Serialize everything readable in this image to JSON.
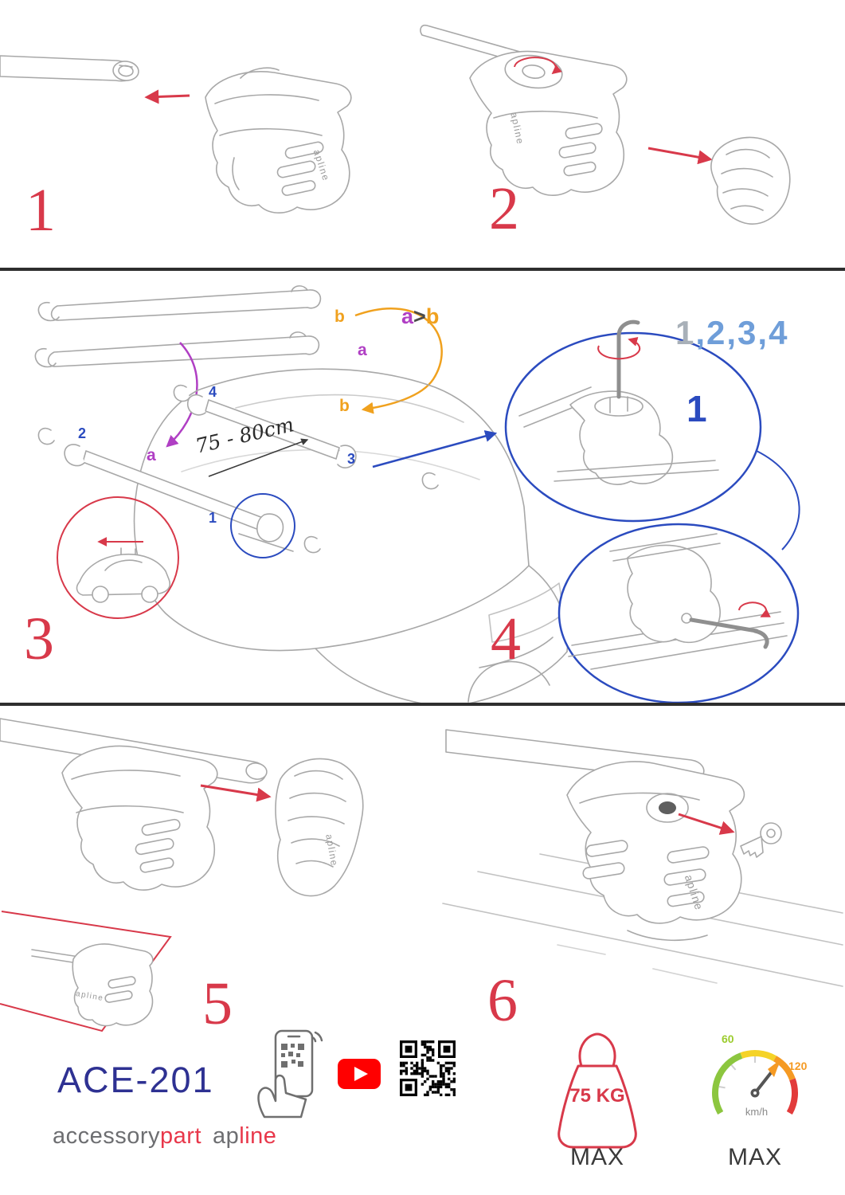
{
  "colors": {
    "step_red": "#d8394a",
    "blue": "#2b4bbf",
    "light_blue": "#6f9ed9",
    "sketch_gray": "#a8a8a8",
    "purple": "#b03fc4",
    "orange": "#f0a11e",
    "navy": "#2e3192",
    "brand_gray": "#6d6e71",
    "brand_red": "#e8374a",
    "youtube_red": "#ff0000",
    "gauge_green": "#8cc63f",
    "gauge_yellow": "#f5d327",
    "gauge_orange": "#f59a23",
    "gauge_red": "#e23b3b"
  },
  "steps": [
    "1",
    "2",
    "3",
    "4",
    "5",
    "6"
  ],
  "assembly": {
    "sequence_first": "1",
    "sequence_rest": ",2,3,4",
    "compare_a": "a",
    "compare_gt": ">",
    "compare_b": "b",
    "stack_label_b": "b",
    "stack_label_a": "a",
    "roof_label_b": "b",
    "roof_label_a": "a",
    "point_1": "1",
    "point_2": "2",
    "point_3": "3",
    "point_4": "4",
    "detail_number": "1",
    "measurement": "75 - 80cm"
  },
  "brand": {
    "logo": "apline",
    "model": "ACE-201",
    "word_accessory": "accessory",
    "word_part": "part",
    "word_ap": "ap",
    "word_line": "line"
  },
  "limits": {
    "weight": "75 KG",
    "weight_max": "MAX",
    "speed_low": "60",
    "speed_high": "120",
    "speed_unit": "km/h",
    "speed_max": "MAX"
  },
  "icons": {
    "qr_scan": "phone-qr-scan-icon",
    "youtube": "youtube-play-icon",
    "qr": "qr-code",
    "weight": "max-load-icon",
    "speed": "max-speed-icon"
  }
}
